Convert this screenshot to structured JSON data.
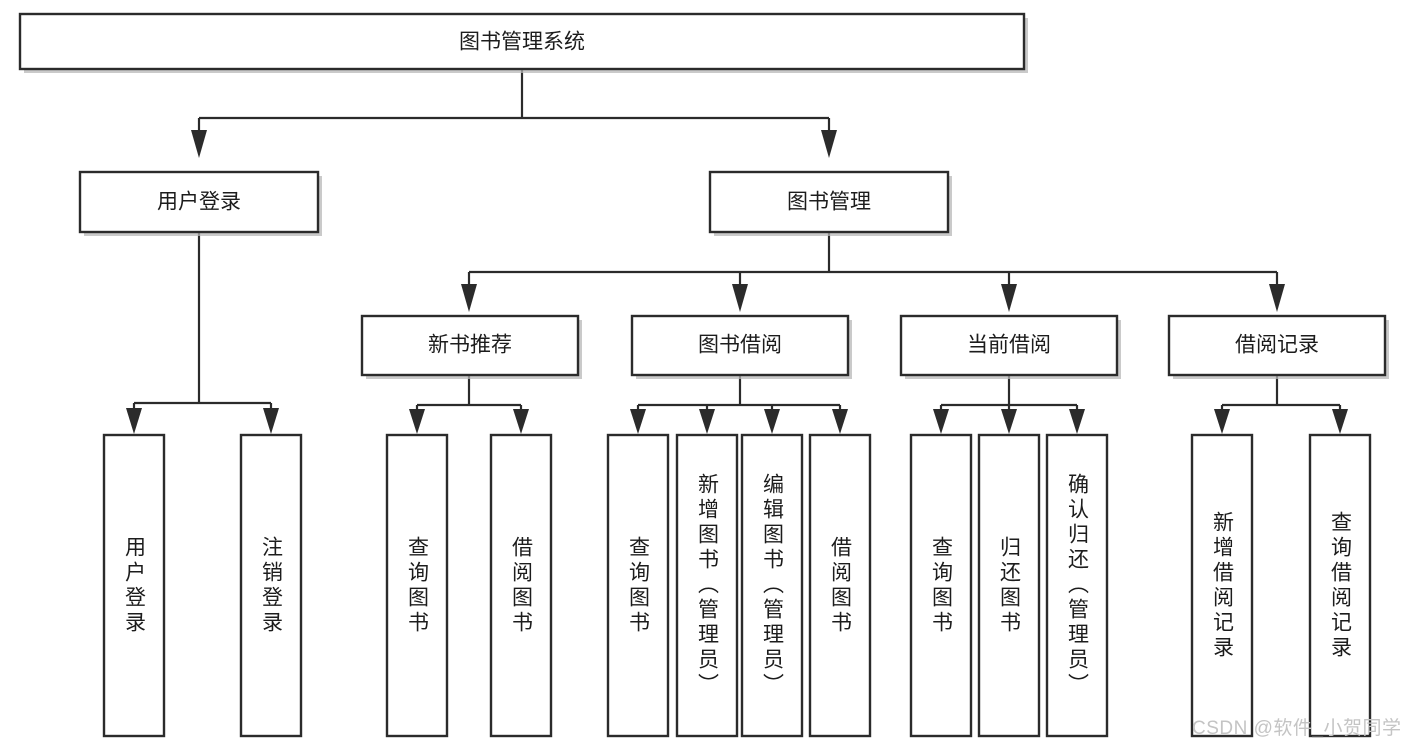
{
  "diagram": {
    "type": "tree",
    "title": "图书管理系统",
    "watermark": "CSDN @软件_小贺同学",
    "colors": {
      "background": "#ffffff",
      "node_fill": "#ffffff",
      "node_stroke": "#2b2b2b",
      "connector": "#2b2b2b",
      "text": "#1c1c1c",
      "watermark": "#c4c4c4",
      "shadow": "#b8b8b8"
    },
    "root": {
      "label": "图书管理系统"
    },
    "level1": [
      {
        "label": "用户登录"
      },
      {
        "label": "图书管理"
      }
    ],
    "level2": [
      {
        "label": "新书推荐"
      },
      {
        "label": "图书借阅"
      },
      {
        "label": "当前借阅"
      },
      {
        "label": "借阅记录"
      }
    ],
    "leaves_user_login": [
      {
        "label": "用户登录"
      },
      {
        "label": "注销登录"
      }
    ],
    "leaves_new_book": [
      {
        "label": "查询图书"
      },
      {
        "label": "借阅图书"
      }
    ],
    "leaves_borrow": [
      {
        "label": "查询图书"
      },
      {
        "label": "新增图书（管理员）"
      },
      {
        "label": "编辑图书（管理员）"
      },
      {
        "label": "借阅图书"
      }
    ],
    "leaves_current": [
      {
        "label": "查询图书"
      },
      {
        "label": "归还图书"
      },
      {
        "label": "确认归还（管理员）"
      }
    ],
    "leaves_records": [
      {
        "label": "新增借阅记录"
      },
      {
        "label": "查询借阅记录"
      }
    ]
  }
}
